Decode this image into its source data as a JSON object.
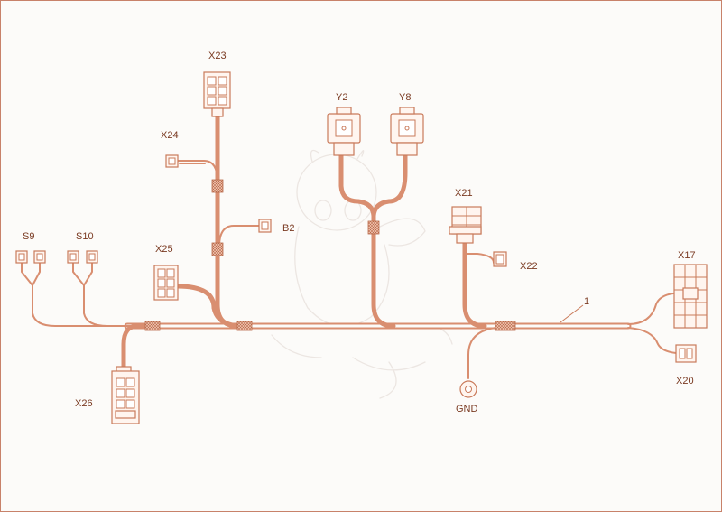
{
  "connectors": {
    "x23": "X23",
    "y2": "Y2",
    "y8": "Y8",
    "x24": "X24",
    "x21": "X21",
    "b2": "B2",
    "s9": "S9",
    "s10": "S10",
    "x25": "X25",
    "x22": "X22",
    "x17": "X17",
    "harness_ref": "1",
    "x26": "X26",
    "gnd": "GND",
    "x20": "X20"
  },
  "colors": {
    "wire": "#d98e70",
    "connector_stroke": "#c97a5a",
    "label": "#7a3a22",
    "border": "#c8826a"
  },
  "icons": [
    "dragon-watermark-icon"
  ]
}
